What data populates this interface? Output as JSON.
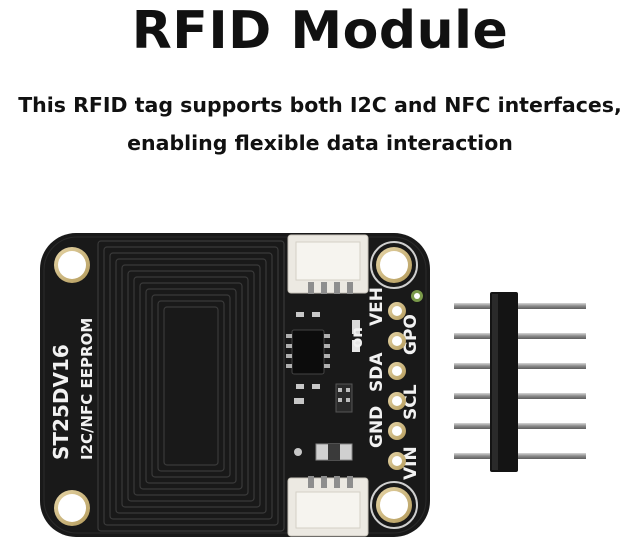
{
  "header": {
    "title": "RFID Module",
    "subtitle_line1": "This RFID tag supports both I2C and NFC interfaces,",
    "subtitle_line2": "enabling flexible data interaction"
  },
  "board": {
    "chip_name": "ST25DV16",
    "chip_desc": "I2C/NFC EEPROM",
    "pins_right": [
      "VEH",
      "GPO",
      "SCL",
      "VIN"
    ],
    "pins_left": [
      "on",
      "SDA",
      "GND"
    ]
  },
  "colors": {
    "pcb": "#1a1a1a",
    "connector": "#ece9e2",
    "silkscreen": "#f2f2f2",
    "pin_metal": "#9a9a9a"
  }
}
